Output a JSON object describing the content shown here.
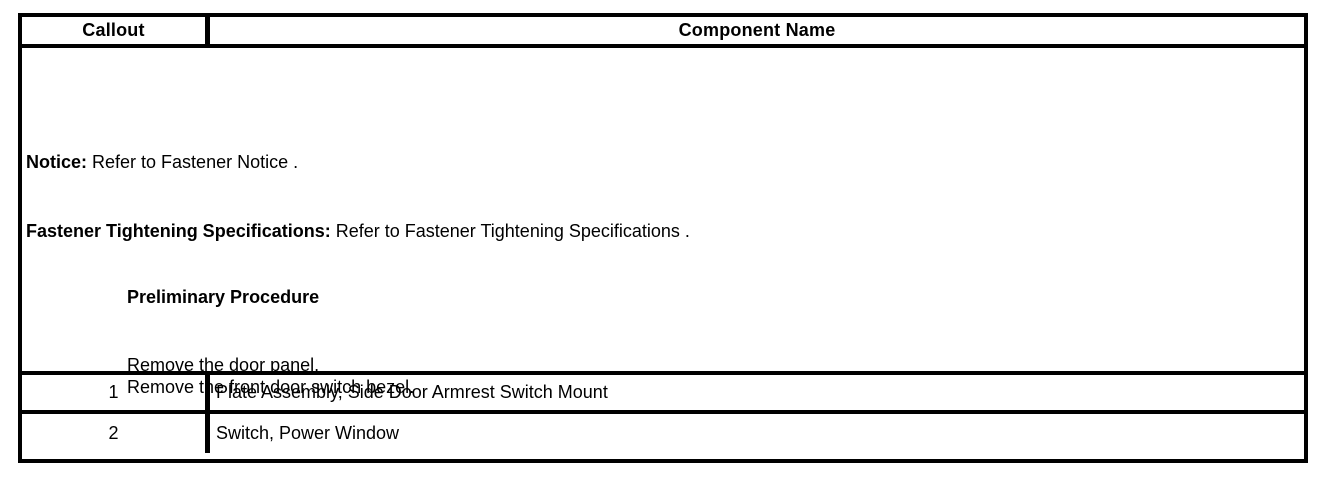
{
  "table": {
    "headers": {
      "callout": "Callout",
      "component_name": "Component Name"
    },
    "notes": {
      "notice_label": "Notice:",
      "notice_text": " Refer to Fastener Notice .",
      "fastener_label": "Fastener Tightening Specifications:",
      "fastener_text": " Refer to Fastener Tightening Specifications .",
      "preliminary_heading": "Preliminary Procedure",
      "steps": [
        "Remove the door panel.",
        "Remove the front door switch bezel."
      ]
    },
    "rows": [
      {
        "callout": "1",
        "component_name": "Plate Assembly, Side Door Armrest Switch Mount"
      },
      {
        "callout": "2",
        "component_name": "Switch, Power Window"
      }
    ]
  },
  "colors": {
    "border": "#000000",
    "text": "#000000",
    "background": "#ffffff"
  }
}
